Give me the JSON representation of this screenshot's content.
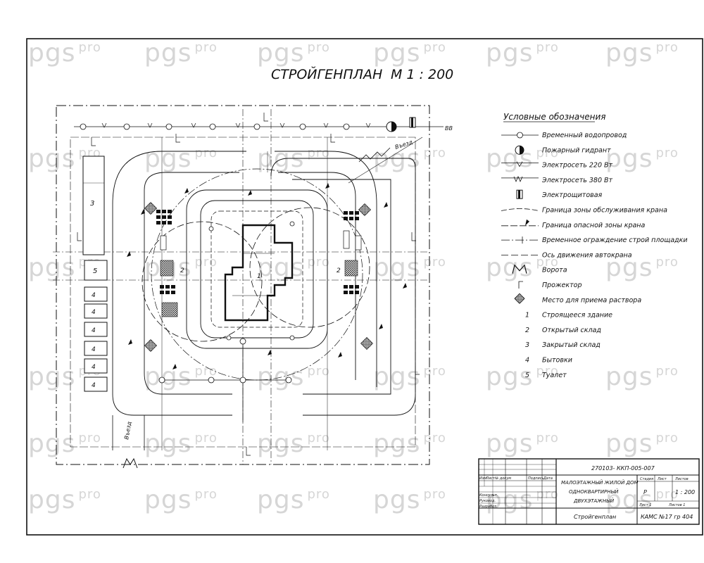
{
  "watermark": {
    "brand": "pgs",
    "suffix": "pro"
  },
  "drawing": {
    "title": "СТРОЙГЕНПЛАН",
    "scale": "М 1 : 200",
    "gate_labels": {
      "right": "Въезд",
      "left": "Въезд"
    },
    "inlet_label": "ВВ"
  },
  "legend": {
    "heading": "Условные обозначения",
    "items": [
      {
        "icon": "water-pipe-icon",
        "label": "Временный водопровод"
      },
      {
        "icon": "fire-hydrant-icon",
        "label": "Пожарный гидрант"
      },
      {
        "icon": "power-line-220-icon",
        "label": "Электросеть 220 Вт"
      },
      {
        "icon": "power-line-380-icon",
        "label": "Электросеть 380 Вт"
      },
      {
        "icon": "switchboard-icon",
        "label": "Электрощитовая"
      },
      {
        "icon": "crane-zone-boundary-icon",
        "label": "Граница зоны обслуживания крана"
      },
      {
        "icon": "crane-danger-zone-icon",
        "label": "Граница опасной зоны крана"
      },
      {
        "icon": "temporary-fence-icon",
        "label": "Временное ограждение строй площадки"
      },
      {
        "icon": "crane-axis-icon",
        "label": "Ось движения автокрана"
      },
      {
        "icon": "gate-icon",
        "label": "Ворота"
      },
      {
        "icon": "floodlight-icon",
        "label": "Прожектор"
      },
      {
        "icon": "mortar-place-icon",
        "label": "Место для приема раствора"
      },
      {
        "icon": "number-1",
        "num": "1",
        "label": "Строящееся здание"
      },
      {
        "icon": "number-2",
        "num": "2",
        "label": "Открытый склад"
      },
      {
        "icon": "number-3",
        "num": "3",
        "label": "Закрытый склад"
      },
      {
        "icon": "number-4",
        "num": "4",
        "label": "Бытовки"
      },
      {
        "icon": "number-5",
        "num": "5",
        "label": "Туалет"
      }
    ]
  },
  "plan_labels": {
    "building": "1",
    "storage_open_left": "2",
    "storage_open_right": "2",
    "storage_closed": "3",
    "toilet": "5",
    "cabins": [
      "4",
      "4",
      "4",
      "4",
      "4",
      "4"
    ]
  },
  "title_block": {
    "code": "270103- ККП-005-007",
    "project": [
      "МАЛОЭТАЖНЫЙ ЖИЛОЙ ДОМ",
      "ОДНОКВАРТИРНЫЙ",
      "ДВУХЭТАЖНЫЙ"
    ],
    "sheet_name": "Стройгенплан",
    "stage_header": "Стадия",
    "sheet_header": "Лист",
    "sheets_header": "Листов",
    "stage": "Р",
    "scale": "1 : 200",
    "group": "КАМС №17 гр 404",
    "sheet_no": "Лист 1",
    "sheets_no": "Листов 1",
    "columns": [
      "Изм",
      "Лист",
      "№ докум",
      "Подпись",
      "Дата"
    ],
    "roles": [
      "Консульт.",
      "Руковод.",
      "Разработ."
    ]
  }
}
